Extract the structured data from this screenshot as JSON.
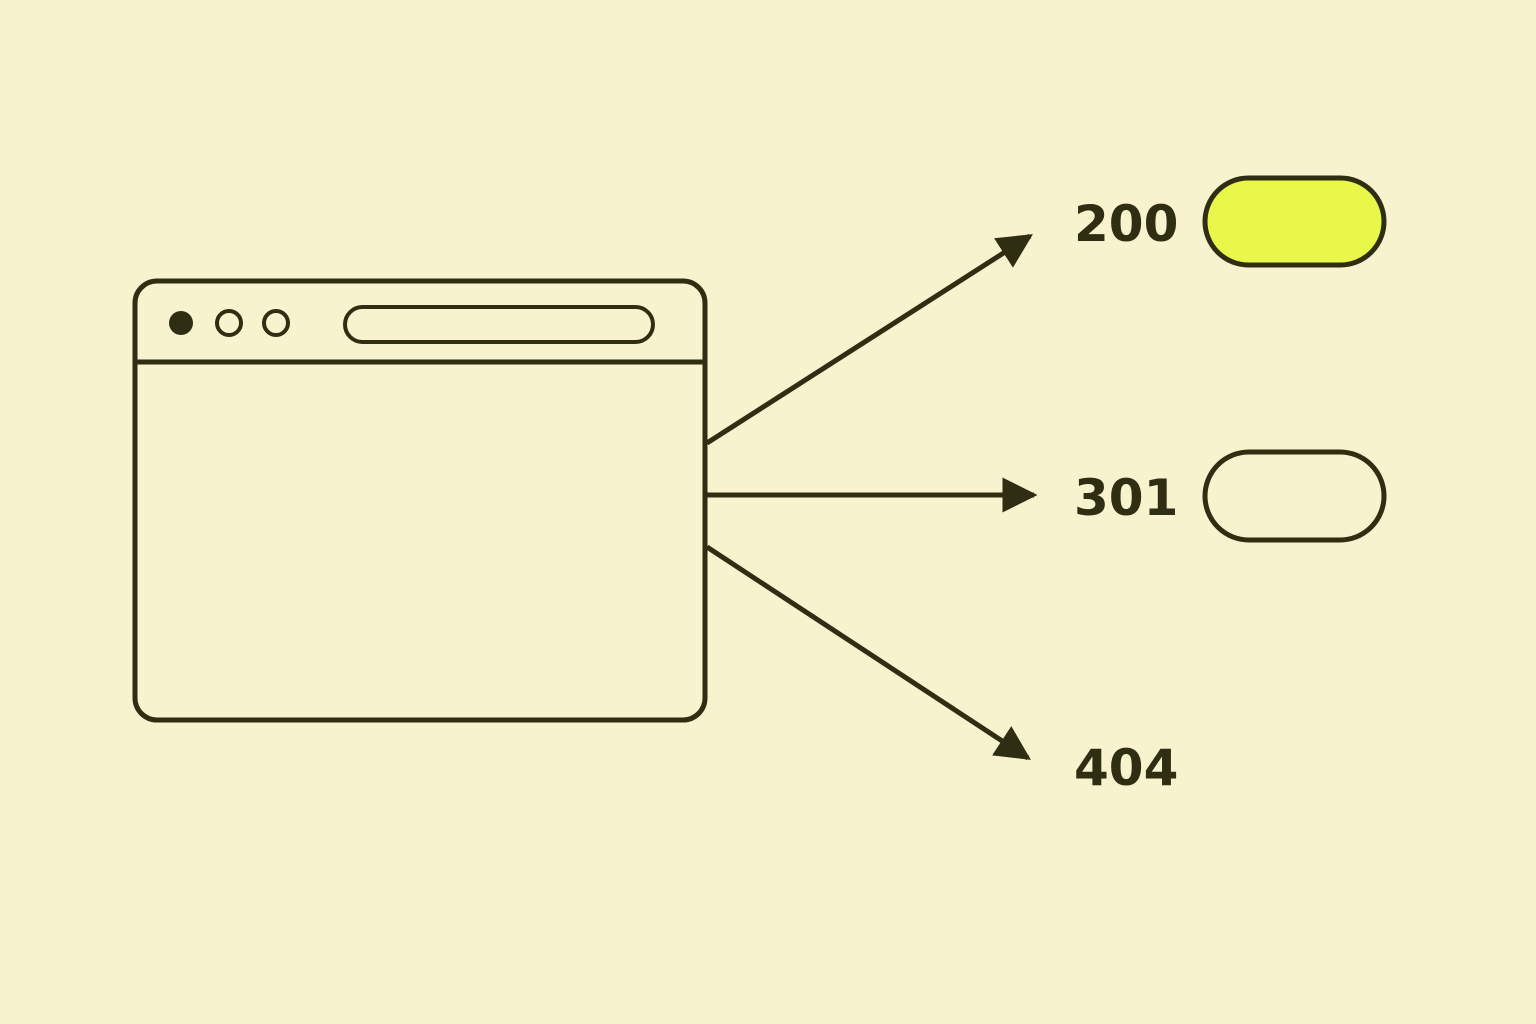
{
  "diagram": {
    "outcomes": [
      {
        "code": "200",
        "toggle_state": "on"
      },
      {
        "code": "301",
        "toggle_state": "off"
      },
      {
        "code": "404",
        "toggle_state": "none"
      }
    ]
  },
  "colors": {
    "background": "#f7f3cf",
    "stroke": "#2f2d12",
    "accent": "#e9f64a"
  },
  "icons": {
    "browser": "browser-window-icon",
    "arrow": "arrow-right-icon",
    "toggle": "pill-toggle-icon"
  }
}
